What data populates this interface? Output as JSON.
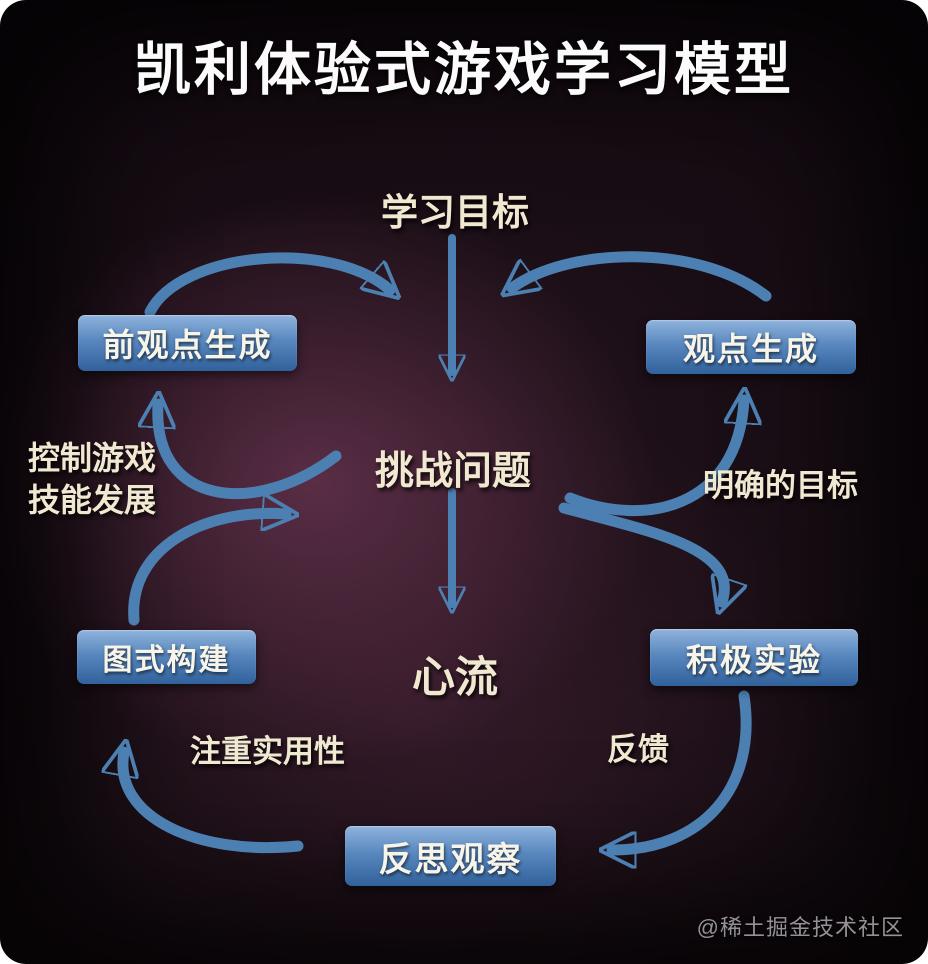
{
  "title": "凯利体验式游戏学习模型",
  "watermark": "@稀土掘金技术社区",
  "nodes": {
    "learning_goal": "学习目标",
    "prior_viewpoint": "前观点生成",
    "viewpoint": "观点生成",
    "challenge": "挑战问题",
    "control_line1": "控制游戏",
    "control_line2": "技能发展",
    "clear_goal": "明确的目标",
    "schema_build": "图式构建",
    "flow": "心流",
    "experiment": "积极实验",
    "practicality": "注重实用性",
    "feedback": "反馈",
    "reflection": "反思观察"
  },
  "edges": [
    {
      "from": "学习目标",
      "to": "挑战问题"
    },
    {
      "from": "前观点生成",
      "to": "挑战问题"
    },
    {
      "from": "观点生成",
      "to": "挑战问题"
    },
    {
      "from": "挑战问题",
      "to": "前观点生成"
    },
    {
      "from": "挑战问题",
      "to": "观点生成"
    },
    {
      "from": "挑战问题",
      "to": "心流"
    },
    {
      "from": "图式构建",
      "to": "挑战问题"
    },
    {
      "from": "挑战问题",
      "to": "积极实验"
    },
    {
      "from": "积极实验",
      "to": "反思观察"
    },
    {
      "from": "反思观察",
      "to": "图式构建"
    }
  ],
  "colors": {
    "arrow": "#4d80b2",
    "box_top": "#8fb3dc",
    "box_bottom": "#31619b",
    "label_text": "#f0e8d0",
    "background_glow": "#67344f"
  }
}
